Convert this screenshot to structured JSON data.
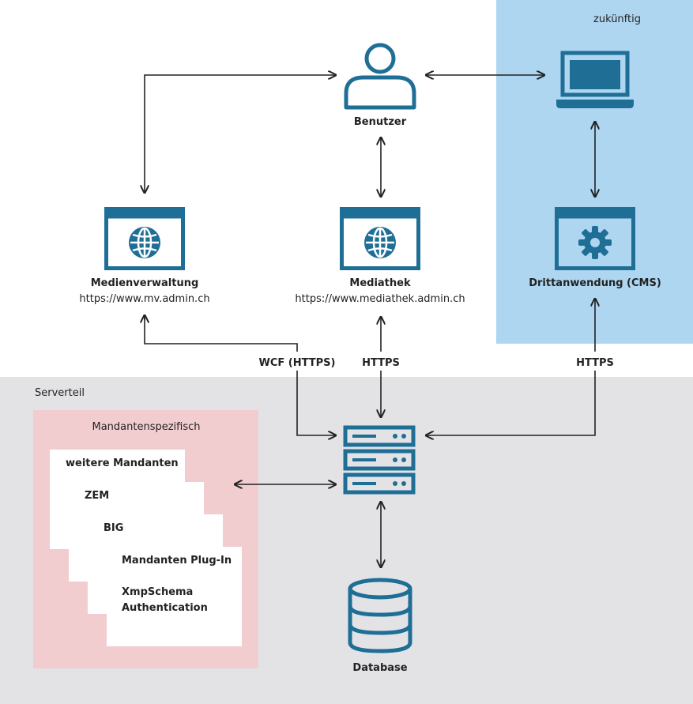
{
  "zones": {
    "future_label": "zukünftig",
    "server_label": "Serverteil",
    "client_label": "Mandantenspezifisch"
  },
  "nodes": {
    "user": {
      "label": "Benutzer",
      "icon": "user-icon"
    },
    "laptop": {
      "icon": "laptop-icon"
    },
    "medienverwaltung": {
      "title": "Medienverwaltung",
      "url": "https://www.mv.admin.ch",
      "icon": "globe-browser-icon"
    },
    "mediathek": {
      "title": "Mediathek",
      "url": "https://www.mediathek.admin.ch",
      "icon": "globe-browser-icon"
    },
    "drittanwendung": {
      "title": "Drittanwendung (CMS)",
      "icon": "gear-browser-icon"
    },
    "server": {
      "icon": "server-icon"
    },
    "database": {
      "label": "Database",
      "icon": "database-icon"
    }
  },
  "connections": {
    "wcf": "WCF (HTTPS)",
    "https_mediathek": "HTTPS",
    "https_cms": "HTTPS"
  },
  "clients": {
    "cards": [
      "weitere Mandanten",
      "ZEM",
      "BIG"
    ],
    "plugin_title": "Mandanten Plug-In",
    "plugin_line1": "XmpSchema",
    "plugin_line2": "Authentication"
  },
  "colors": {
    "icon_blue": "#1f6e96",
    "future_bg": "#aed6f1",
    "server_bg": "#e3e3e6",
    "client_bg": "#f2cdd0",
    "arrow": "#222222"
  }
}
